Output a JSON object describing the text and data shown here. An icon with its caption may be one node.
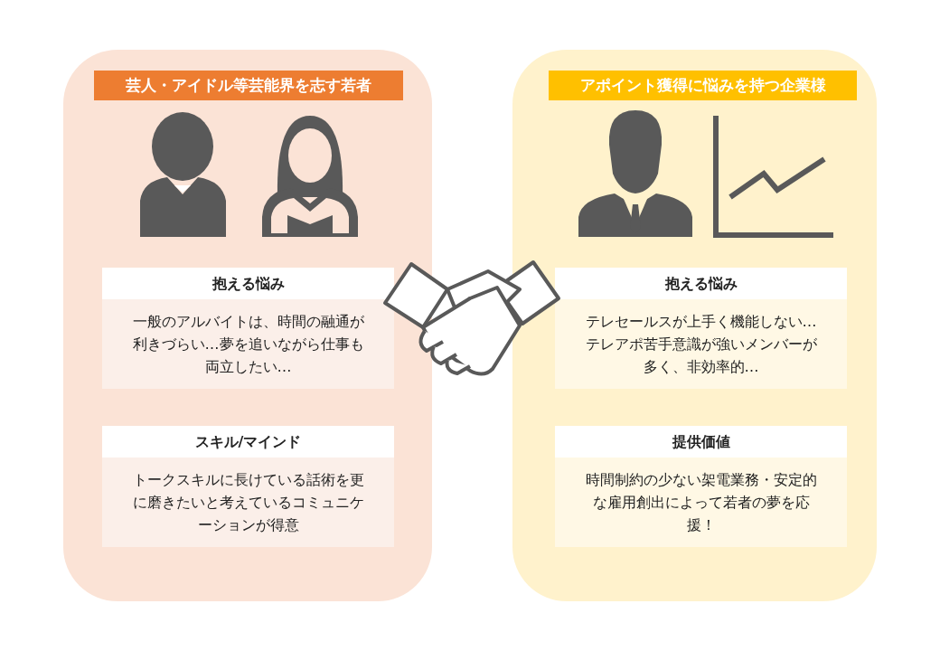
{
  "diagram": {
    "nodes": [
      {
        "text": [],
        "shape": "box"
      },
      {
        "text": [
          "芸人・アイドル等芸能界を志す若者"
        ],
        "in": 0
      },
      {
        "text": [
          "抱える悩み",
          "一般のアルバイトは、時間の融通が利きづらい…夢を追いながら仕事も両立したい…"
        ],
        "in": 0
      },
      {
        "text": [
          "スキル/マインド",
          "トークスキルに長けている話術を更に磨きたいと考えているコミュニケーションが得意"
        ],
        "in": 0
      },
      {
        "text": [],
        "shape": "box"
      },
      {
        "text": [
          "アポイント獲得に悩みを持つ企業様"
        ],
        "in": 4
      },
      {
        "text": [
          "抱える悩み",
          "テレセールスが上手く機能しない…テレアポ苦手意識が強いメンバーが多く、非効率的…"
        ],
        "in": 4
      },
      {
        "text": [
          "提供価値",
          "時間制約の少ない架電業務・安定的な雇用創出によって若者の夢を応援！"
        ],
        "in": 4
      }
    ]
  }
}
